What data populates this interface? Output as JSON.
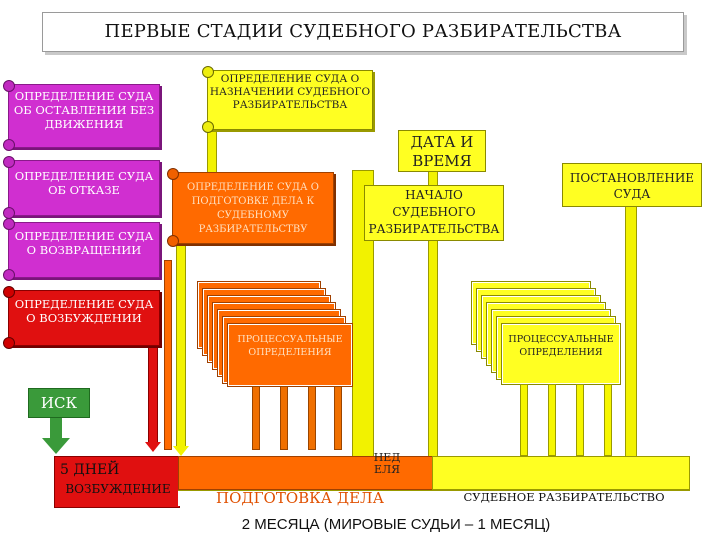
{
  "title": "ПЕРВЫЕ СТАДИИ СУДЕБНОГО РАЗБИРАТЕЛЬСТВА",
  "left_scrolls": {
    "no_action": "ОПРЕДЕЛЕНИЕ СУДА ОБ ОСТАВЛЕНИИ БЕЗ ДВИЖЕНИЯ",
    "refusal": "ОПРЕДЕЛЕНИЕ СУДА ОБ ОТКАЗЕ",
    "return": "ОПРЕДЕЛЕНИЕ СУДА О ВОЗВРАЩЕНИИ",
    "initiation": "ОПРЕДЕЛЕНИЕ СУДА О ВОЗБУЖДЕНИИ"
  },
  "center": {
    "scheduling": "ОПРЕДЕЛЕНИЕ СУДА О НАЗНАЧЕНИИ СУДЕБНОГО РАЗБИРАТЕЛЬСТВА",
    "preparation_order": "ОПРЕДЕЛЕНИЕ СУДА О ПОДГОТОВКЕ ДЕЛА К СУДЕБНОМУ РАЗБИРАТЕЛЬСТВУ",
    "date_time": "ДАТА И ВРЕМЯ",
    "trial_start": "НАЧАЛО СУДЕБНОГО РАЗБИРАТЕЛЬСТВА",
    "ruling": "ПОСТАНОВЛЕНИЕ СУДА"
  },
  "procedural_left": "ПРОЦЕССУАЛЬНЫЕ ОПРЕДЕЛЕНИЯ",
  "procedural_right": "ПРОЦЕССУАЛЬНЫЕ ОПРЕДЕЛЕНИЯ",
  "claim": "ИСК",
  "timeline": {
    "initiation_days": "5 ДНЕЙ",
    "initiation_label": "ВОЗБУЖДЕНИЕ",
    "week": "НЕДЕЛЯ",
    "preparation": "ПОДГОТОВКА ДЕЛА",
    "trial": "СУДЕБНОЕ РАЗБИРАТЕЛЬСТВО",
    "duration": "2 МЕСЯЦА (МИРОВЫЕ СУДЬИ – 1 МЕСЯЦ)"
  },
  "colors": {
    "magenta": "#d02fd0",
    "red": "#e01010",
    "orange": "#ff6a00",
    "yellow": "#ffff22",
    "green": "#3a9a3a"
  }
}
